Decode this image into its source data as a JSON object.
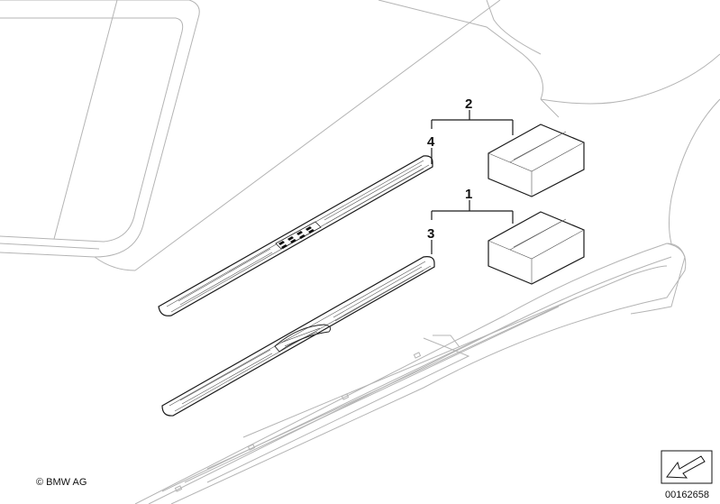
{
  "callouts": [
    {
      "id": "1",
      "label": "1"
    },
    {
      "id": "2",
      "label": "2"
    },
    {
      "id": "3",
      "label": "3"
    },
    {
      "id": "4",
      "label": "4"
    }
  ],
  "copyright": "© BMW AG",
  "diagram_number": "00162658"
}
